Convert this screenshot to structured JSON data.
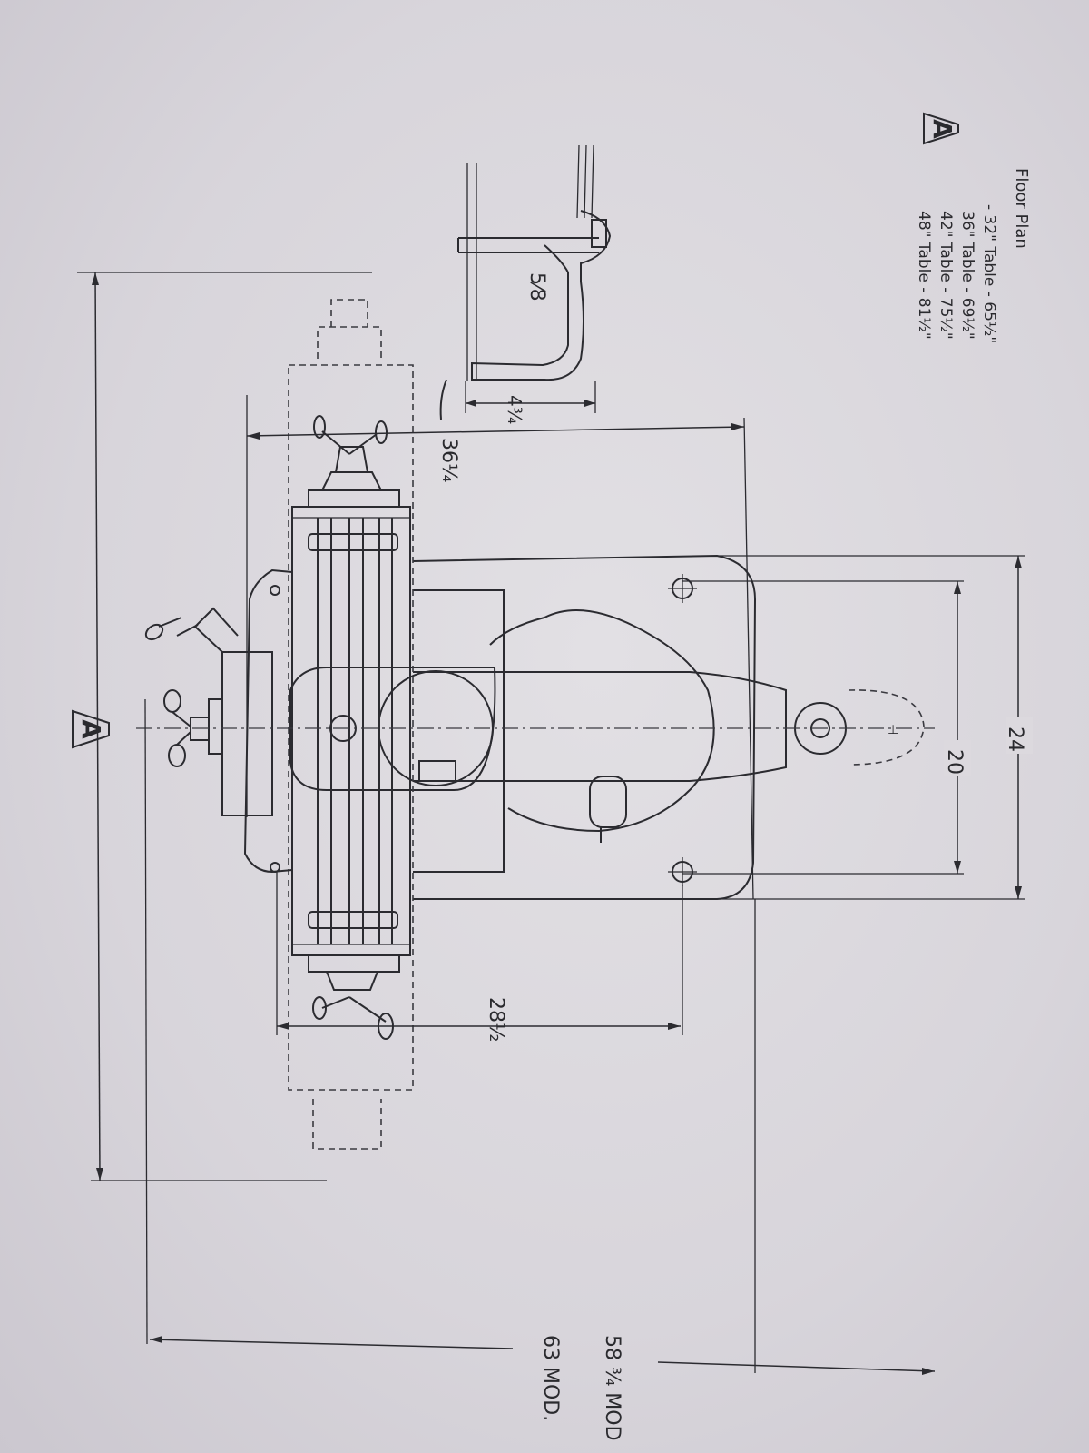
{
  "title": "Floor Plan",
  "marker_letter": "A",
  "table_sizes": [
    "- 32\" Table - 65½\"",
    "36\" Table - 69½\"",
    "42\" Table - 75½\"",
    "48\" Table - 81½\""
  ],
  "dimensions": {
    "d_24": "24",
    "d_20": "20",
    "d_36_1_4": "36¼",
    "d_28_1_2": "28½",
    "d_4_3_4": "4¾",
    "d_5_8": "5⁄8",
    "d_58_3_4_mod": "58 ¾ MOD",
    "d_63_mod": "63 MOD."
  }
}
